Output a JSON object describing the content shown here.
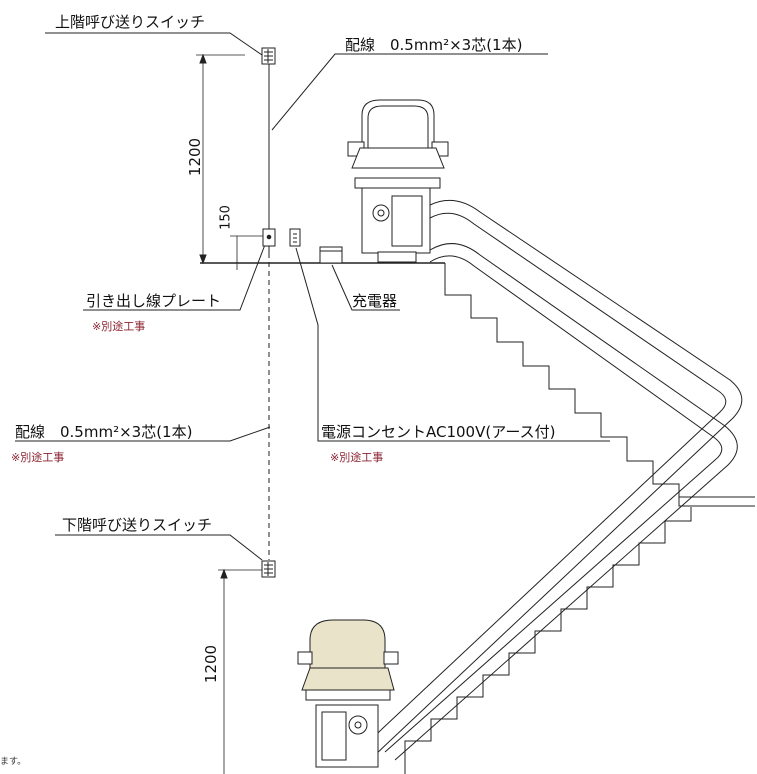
{
  "labels": {
    "upper_switch": "上階呼び送りスイッチ",
    "lower_switch": "下階呼び送りスイッチ",
    "wiring_top": "配線　0.5mm²×3芯(1本)",
    "wiring_mid": "配線　0.5mm²×3芯(1本)",
    "wiring_mid_note": "※別途工事",
    "lead_plate": "引き出し線プレート",
    "lead_plate_note": "※別途工事",
    "charger": "充電器",
    "outlet": "電源コンセントAC100V(アース付)",
    "outlet_note": "※別途工事",
    "footnote": "ます。"
  },
  "dimensions": {
    "upper_height": "1200",
    "plate_height": "150",
    "lower_height": "1200"
  }
}
